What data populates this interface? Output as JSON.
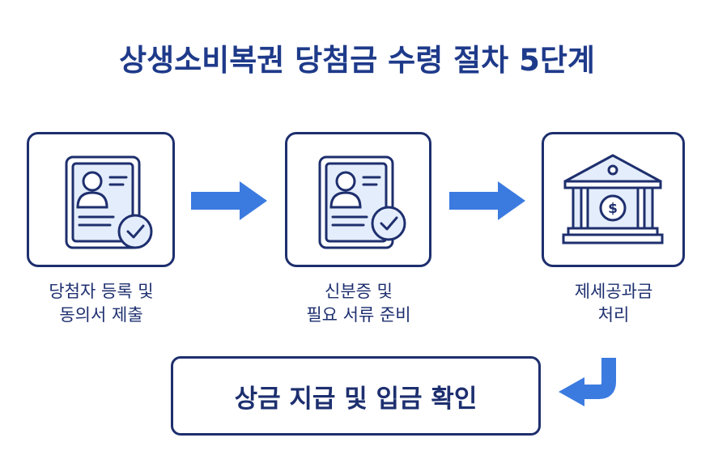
{
  "title": "상생소비복권 당첨금 수령 절차 5단계",
  "steps": [
    {
      "line1": "당첨자 등록 및",
      "line2": "동의서 제출",
      "icon": "document-check-icon"
    },
    {
      "line1": "신분증 및",
      "line2": "필요 서류 준비",
      "icon": "id-document-check-icon"
    },
    {
      "line1": "제세공과금",
      "line2": "처리",
      "icon": "bank-icon"
    }
  ],
  "final_step": {
    "label": "상금 지급 및 입금 확인"
  },
  "colors": {
    "navy": "#1e2f6e",
    "arrow_blue": "#3b7be0",
    "icon_fill": "#e4edfb"
  }
}
